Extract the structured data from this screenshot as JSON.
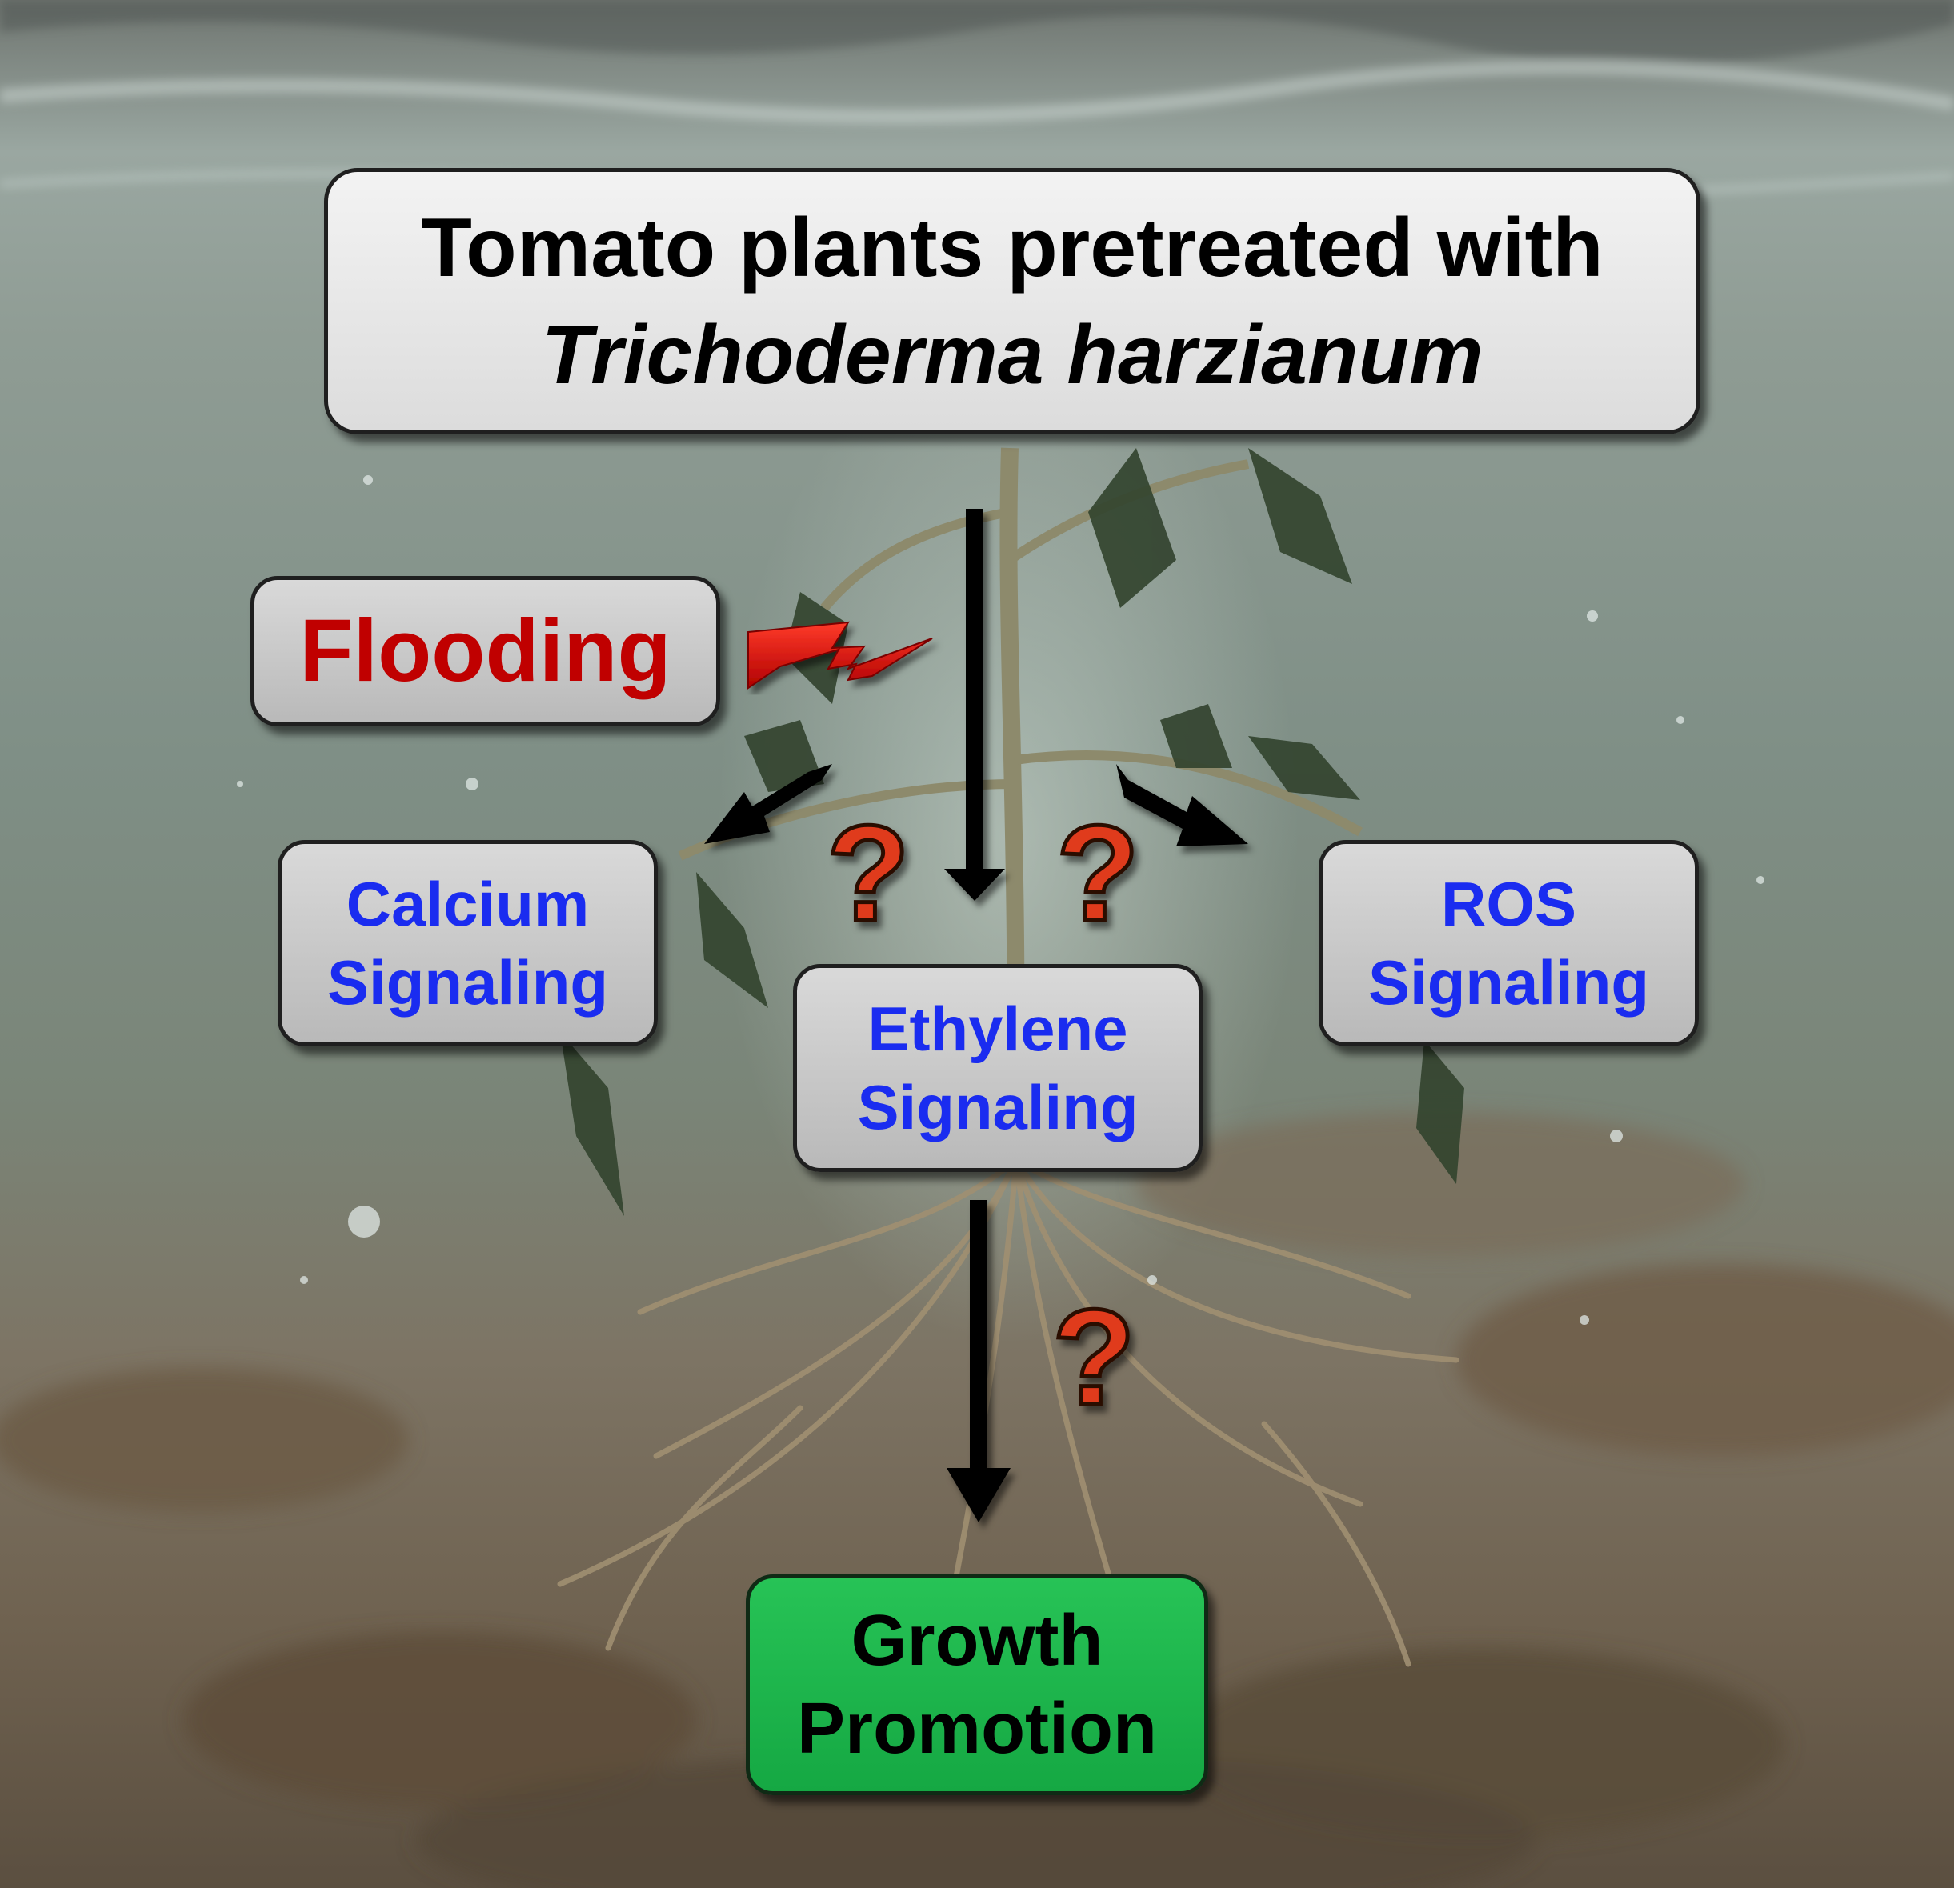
{
  "title": {
    "line1": "Tomato plants pretreated with",
    "line2": "Trichoderma harzianum"
  },
  "stressor": {
    "label": "Flooding"
  },
  "pathways": [
    {
      "line1": "Calcium",
      "line2": "Signaling"
    },
    {
      "line1": "Ethylene",
      "line2": "Signaling"
    },
    {
      "line1": "ROS",
      "line2": "Signaling"
    }
  ],
  "outcome": {
    "line1": "Growth",
    "line2": "Promotion"
  },
  "unknown_mark": "?",
  "colors": {
    "stressor_text": "#c00000",
    "pathway_text": "#1a2cf0",
    "outcome_fill": "#1fb24c",
    "question_mark": "#e03a1e",
    "lightning": "#e8100c"
  },
  "icons": [
    "lightning-bolt-icon",
    "question-mark-icon"
  ]
}
